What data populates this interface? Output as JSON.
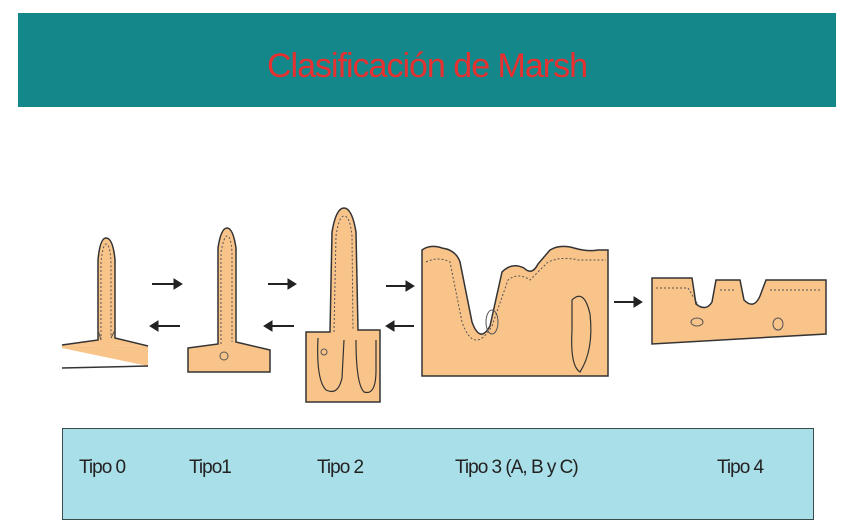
{
  "header": {
    "title": "Clasificación de Marsh",
    "band_color": "#14878a",
    "title_color": "#e83030"
  },
  "diagram": {
    "tissue_color": "#f9c48a",
    "arrow_color": "#222222"
  },
  "types": [
    {
      "label": "Tipo 0"
    },
    {
      "label": "Tipo1"
    },
    {
      "label": "Tipo 2"
    },
    {
      "label": "Tipo 3 (A, B y C)"
    },
    {
      "label": "Tipo 4"
    }
  ],
  "label_box_color": "#a9dfe8"
}
